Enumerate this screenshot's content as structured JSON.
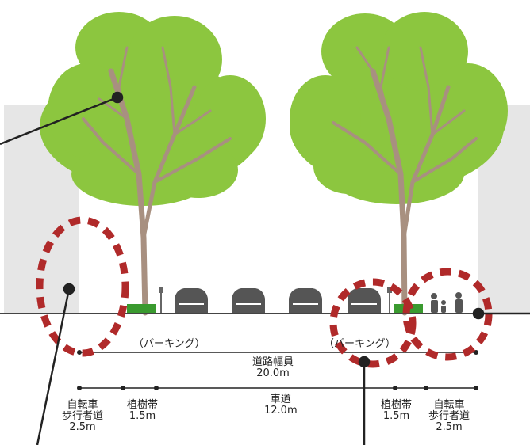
{
  "labels": {
    "parking_left": "（パーキング）",
    "parking_right": "（パーキング）",
    "road_width_label": "道路幅員",
    "road_width_value": "20.0m",
    "bike_walk_left_1": "自転車",
    "bike_walk_left_2": "歩行者道",
    "bike_walk_left_value": "2.5m",
    "planting_left_label": "植樹帯",
    "planting_left_value": "1.5m",
    "carriageway_label": "車道",
    "carriageway_value": "12.0m",
    "planting_right_label": "植樹帯",
    "planting_right_value": "1.5m",
    "bike_walk_right_1": "自転車",
    "bike_walk_right_2": "歩行者道",
    "bike_walk_right_value": "2.5m"
  },
  "colors": {
    "tree_foliage": "#8cc63f",
    "tree_trunk": "#a89080",
    "building": "#e5e5e5",
    "car": "#555555",
    "planter": "#3a9a2f",
    "highlight_circle": "#b02a2a",
    "callout_line": "#222222"
  }
}
